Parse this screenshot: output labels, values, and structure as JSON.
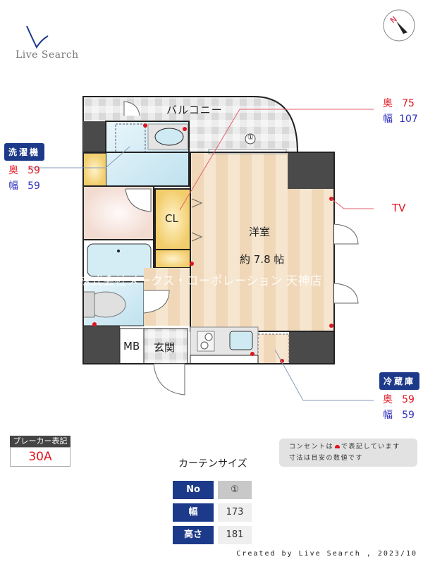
{
  "branding": {
    "logo_text": "Live Search",
    "footer": "Created by Live Search , 2023/10"
  },
  "compass": {
    "north_label": "N",
    "icon": "compass-icon"
  },
  "floor_plan": {
    "rooms": {
      "balcony": "バルコニー",
      "western_room": "洋室",
      "western_room_size": "約 7.8 帖",
      "closet": "CL",
      "meter_box": "MB",
      "entrance": "玄関"
    },
    "window_marker": "①",
    "watermark": "株式会社メークス・コーポレーション 天神店"
  },
  "annotations": {
    "washing_machine": {
      "label": "洗濯機",
      "depth_label": "奥",
      "depth": "59",
      "width_label": "幅",
      "width": "59"
    },
    "window": {
      "depth_label": "奥",
      "depth": "75",
      "width_label": "幅",
      "width": "107"
    },
    "tv": {
      "label": "TV"
    },
    "refrigerator": {
      "label": "冷蔵庫",
      "depth_label": "奥",
      "depth": "59",
      "width_label": "幅",
      "width": "59"
    }
  },
  "breaker": {
    "header": "ブレーカー表記",
    "value": "30A"
  },
  "notes": {
    "line1_before": "コンセントは",
    "line1_after": "で表記しています",
    "line2": "寸法は目安の数値です"
  },
  "curtain_size": {
    "title": "カーテンサイズ",
    "rows": [
      {
        "header": "No",
        "value": "①"
      },
      {
        "header": "幅",
        "value": "173"
      },
      {
        "header": "高さ",
        "value": "181"
      }
    ]
  },
  "colors": {
    "badge_blue": "#1d3a8a",
    "red": "#e0141e",
    "blue_text": "#2f2fbf",
    "wall_dark": "#4a4a4a",
    "floor_light": "#f6e6cf",
    "wet_area": "#cfe9f3"
  }
}
